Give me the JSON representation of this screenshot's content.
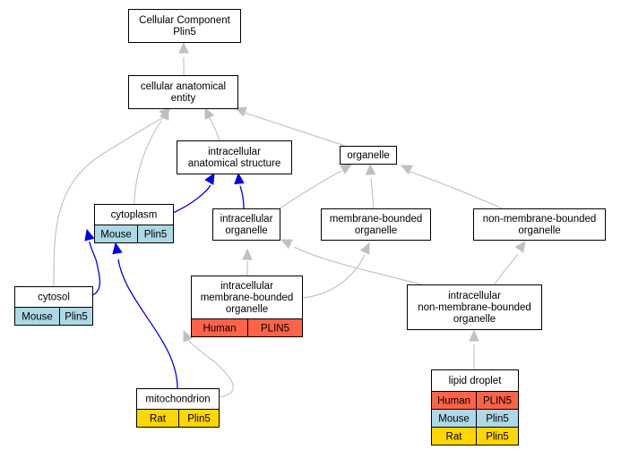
{
  "colors": {
    "human": "#ff6347",
    "mouse": "#add8e6",
    "rat": "#ffd700",
    "edge_is_a": "#c0c0c0",
    "edge_part_of": "#0000ee"
  },
  "nodes": {
    "cc_root": {
      "lines": [
        "Cellular Component",
        "Plin5"
      ]
    },
    "anatomical_entity": {
      "lines": [
        "cellular anatomical",
        "entity"
      ]
    },
    "intracellular_structure": {
      "lines": [
        "intracellular",
        "anatomical structure"
      ]
    },
    "organelle": {
      "lines": [
        "organelle"
      ]
    },
    "cytoplasm": {
      "lines": [
        "cytoplasm"
      ],
      "annotations": [
        {
          "species": "Mouse",
          "gene": "Plin5"
        }
      ]
    },
    "intracellular_organelle": {
      "lines": [
        "intracellular",
        "organelle"
      ]
    },
    "membrane_bounded_organelle": {
      "lines": [
        "membrane-bounded",
        "organelle"
      ]
    },
    "non_membrane_bounded_organelle": {
      "lines": [
        "non-membrane-bounded",
        "organelle"
      ]
    },
    "cytosol": {
      "lines": [
        "cytosol"
      ],
      "annotations": [
        {
          "species": "Mouse",
          "gene": "Plin5"
        }
      ]
    },
    "intracellular_membrane_bounded_organelle": {
      "lines": [
        "intracellular",
        "membrane-bounded",
        "organelle"
      ],
      "annotations": [
        {
          "species": "Human",
          "gene": "PLIN5"
        }
      ]
    },
    "intracellular_non_membrane_bounded_organelle": {
      "lines": [
        "intracellular",
        "non-membrane-bounded",
        "organelle"
      ]
    },
    "mitochondrion": {
      "lines": [
        "mitochondrion"
      ],
      "annotations": [
        {
          "species": "Rat",
          "gene": "Plin5"
        }
      ]
    },
    "lipid_droplet": {
      "lines": [
        "lipid droplet"
      ],
      "annotations": [
        {
          "species": "Human",
          "gene": "PLIN5"
        },
        {
          "species": "Mouse",
          "gene": "Plin5"
        },
        {
          "species": "Rat",
          "gene": "Plin5"
        }
      ]
    }
  },
  "edges": [
    {
      "from": "anatomical_entity",
      "to": "cc_root",
      "type": "is_a"
    },
    {
      "from": "intracellular_structure",
      "to": "anatomical_entity",
      "type": "is_a"
    },
    {
      "from": "organelle",
      "to": "anatomical_entity",
      "type": "is_a"
    },
    {
      "from": "cytoplasm",
      "to": "anatomical_entity",
      "type": "is_a"
    },
    {
      "from": "cytosol",
      "to": "anatomical_entity",
      "type": "is_a"
    },
    {
      "from": "cytoplasm",
      "to": "intracellular_structure",
      "type": "part_of"
    },
    {
      "from": "intracellular_organelle",
      "to": "intracellular_structure",
      "type": "part_of"
    },
    {
      "from": "intracellular_organelle",
      "to": "organelle",
      "type": "is_a"
    },
    {
      "from": "membrane_bounded_organelle",
      "to": "organelle",
      "type": "is_a"
    },
    {
      "from": "non_membrane_bounded_organelle",
      "to": "organelle",
      "type": "is_a"
    },
    {
      "from": "cytosol",
      "to": "cytoplasm",
      "type": "part_of"
    },
    {
      "from": "mitochondrion",
      "to": "cytoplasm",
      "type": "part_of"
    },
    {
      "from": "intracellular_membrane_bounded_organelle",
      "to": "intracellular_organelle",
      "type": "is_a"
    },
    {
      "from": "intracellular_membrane_bounded_organelle",
      "to": "membrane_bounded_organelle",
      "type": "is_a"
    },
    {
      "from": "intracellular_non_membrane_bounded_organelle",
      "to": "intracellular_organelle",
      "type": "is_a"
    },
    {
      "from": "intracellular_non_membrane_bounded_organelle",
      "to": "non_membrane_bounded_organelle",
      "type": "is_a"
    },
    {
      "from": "mitochondrion",
      "to": "intracellular_membrane_bounded_organelle",
      "type": "is_a"
    },
    {
      "from": "lipid_droplet",
      "to": "intracellular_non_membrane_bounded_organelle",
      "type": "is_a"
    }
  ]
}
